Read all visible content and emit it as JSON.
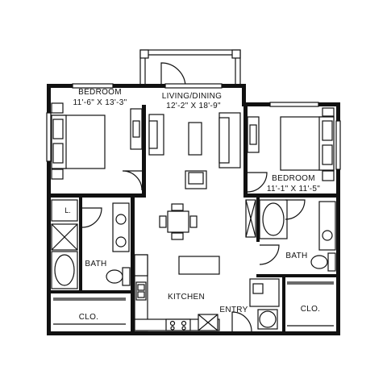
{
  "rooms": {
    "living": {
      "name": "LIVING/DINING",
      "size": "12'-2\" X 18'-9\""
    },
    "bedroom_left": {
      "name": "BEDROOM",
      "size": "11'-6\" X 13'-3\""
    },
    "bedroom_right": {
      "name": "BEDROOM",
      "size": "11'-1\" X 11'-5\""
    },
    "bath_left": {
      "name": "BATH"
    },
    "bath_right": {
      "name": "BATH"
    },
    "kitchen": {
      "name": "KITCHEN"
    },
    "entry": {
      "name": "ENTRY"
    },
    "closet_left": {
      "name": "CLO."
    },
    "closet_right": {
      "name": "CLO."
    },
    "linen": {
      "name": "L."
    }
  }
}
